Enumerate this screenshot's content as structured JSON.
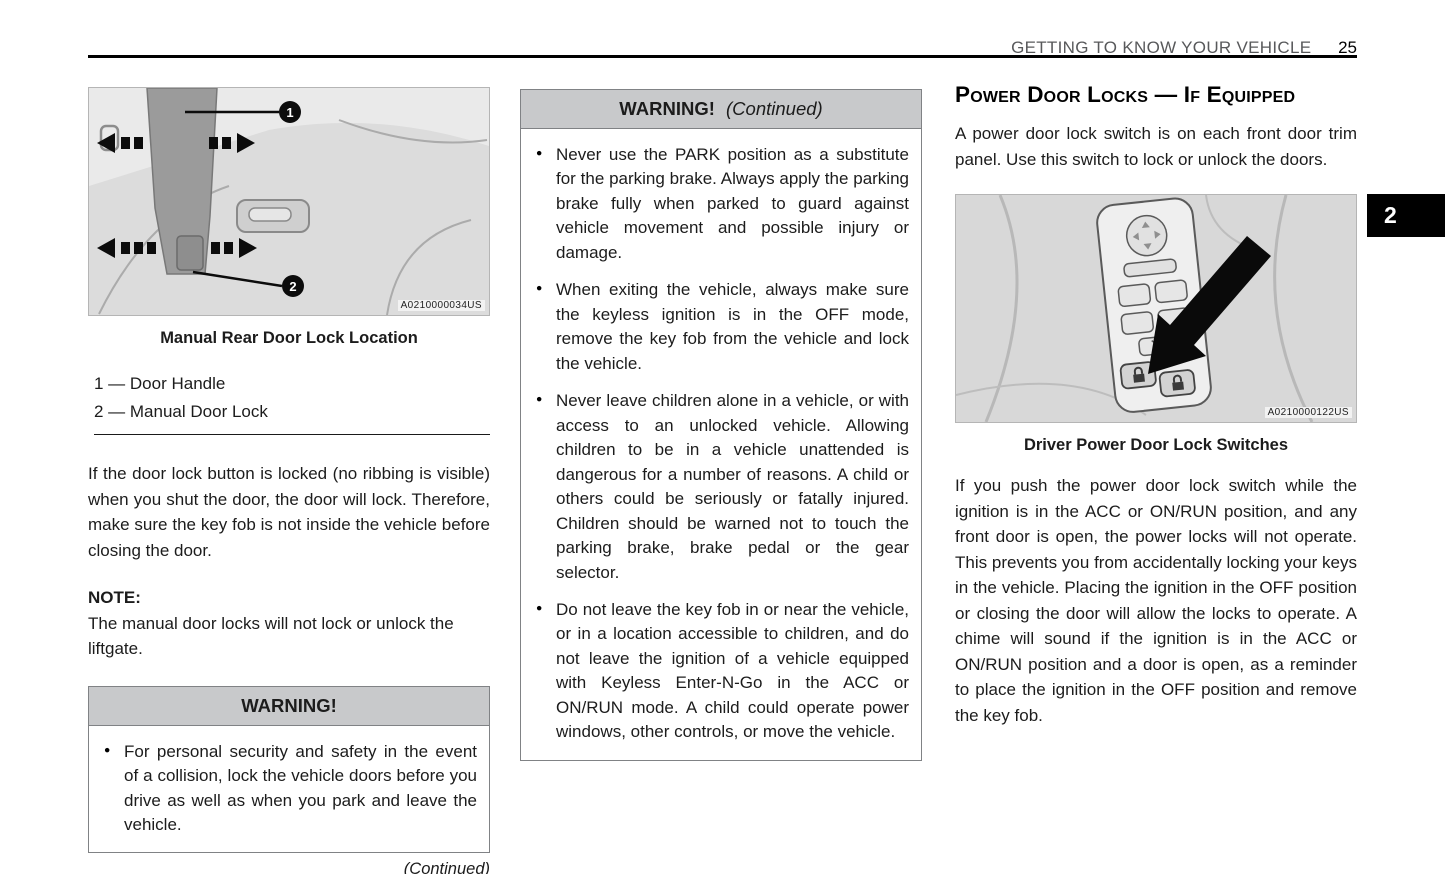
{
  "page": {
    "header": {
      "title": "GETTING TO KNOW YOUR VEHICLE",
      "page_number": "25"
    },
    "section_tab": "2"
  },
  "colors": {
    "tab_bg": "#000000",
    "warning_header_bg": "#c8c9cb",
    "header_text": "#58595b"
  },
  "left_column": {
    "figure1": {
      "caption": "Manual Rear Door Lock Location",
      "label": "A0210000034US",
      "callouts": [
        "1",
        "2"
      ]
    },
    "legend": [
      "1 — Door Handle",
      "2 — Manual Door Lock"
    ],
    "paragraph1": "If the door lock button is locked (no ribbing is visible) when you shut the door, the door will lock. Therefore, make sure the key fob is not inside the vehicle before closing the door.",
    "note_label": "NOTE:",
    "note_text": "The manual door locks will not lock or unlock the liftgate.",
    "warning_box": {
      "title": "WARNING!",
      "bullets": [
        "For personal security and safety in the event of a collision, lock the vehicle doors before you drive as well as when you park and leave the vehicle."
      ]
    },
    "continued": "(Continued)"
  },
  "middle_column": {
    "warning_box": {
      "title": "WARNING!",
      "title_suffix": "(Continued)",
      "bullets": [
        "Never use the PARK position as a substitute for the parking brake. Always apply the parking brake fully when parked to guard against vehicle movement and possible injury or damage.",
        "When exiting the vehicle, always make sure the keyless ignition is in the OFF mode, remove the key fob from the vehicle and lock the vehicle.",
        "Never leave children alone in a vehicle, or with access to an unlocked vehicle. Allowing children to be in a vehicle unattended is dangerous for a number of reasons. A child or others could be seriously or fatally injured. Children should be warned not to touch the parking brake, brake pedal or the gear selector.",
        "Do not leave the key fob in or near the vehicle, or in a location accessible to children, and do not leave the ignition of a vehicle equipped with Keyless Enter-N-Go in the ACC or ON/RUN mode. A child could operate power windows, other controls, or move the vehicle."
      ]
    }
  },
  "right_column": {
    "heading": "Power Door Locks — If Equipped",
    "paragraph1": "A power door lock switch is on each front door trim panel. Use this switch to lock or unlock the doors.",
    "figure2": {
      "caption": "Driver Power Door Lock Switches",
      "label": "A0210000122US"
    },
    "paragraph2": "If you push the power door lock switch while the ignition is in the ACC or ON/RUN position, and any front door is open, the power locks will not operate. This prevents you from accidentally locking your keys in the vehicle. Placing the ignition in the OFF position or closing the door will allow the locks to operate. A chime will sound if the ignition is in the ACC or ON/RUN position and a door is open, as a reminder to place the ignition in the OFF position and remove the key fob."
  }
}
